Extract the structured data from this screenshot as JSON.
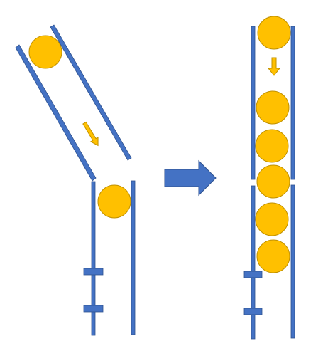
{
  "colors": {
    "rail": "#4472C4",
    "rail_edge": "#2F528F",
    "ball": "#FFC000",
    "ball_edge": "#BF9000",
    "background": "#FFFFFF"
  },
  "icons": {
    "flow_arrow": "right-arrow-icon",
    "drop_arrow": "down-arrow-icon"
  },
  "before": {
    "upper_ball_count": 1,
    "lower_ball_count": 1,
    "stopper_count": 2
  },
  "after": {
    "upper_ball_count": 1,
    "stacked_ball_count": 5,
    "stopper_count": 2
  }
}
